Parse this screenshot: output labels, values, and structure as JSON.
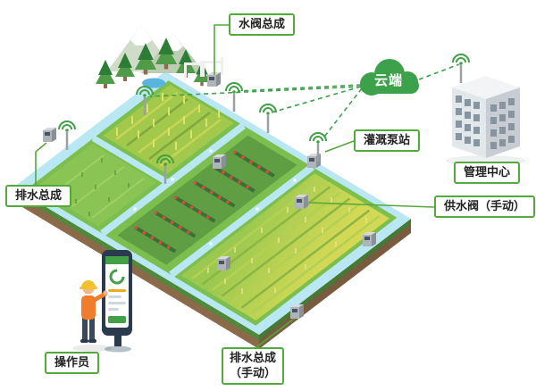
{
  "diagram": {
    "labels": {
      "water_valve_assembly": "水阀总成",
      "cloud": "云端",
      "irrigation_pump_station": "灌溉泵站",
      "management_center": "管理中心",
      "supply_valve_manual": "供水阀（手动）",
      "drainage_assembly": "排水总成",
      "operator": "操作员",
      "drainage_assembly_manual_l1": "排水总成",
      "drainage_assembly_manual_l2": "（手动）"
    },
    "colors": {
      "label_border": "#54a93c",
      "link_green": "#3da14b",
      "cloud_green": "#3da14b",
      "water_cyan": "#b9e7f4",
      "field_green": "#7cbf4e",
      "wheat_yellow": "#d3d955",
      "operator_orange": "#ef7d2c"
    }
  }
}
